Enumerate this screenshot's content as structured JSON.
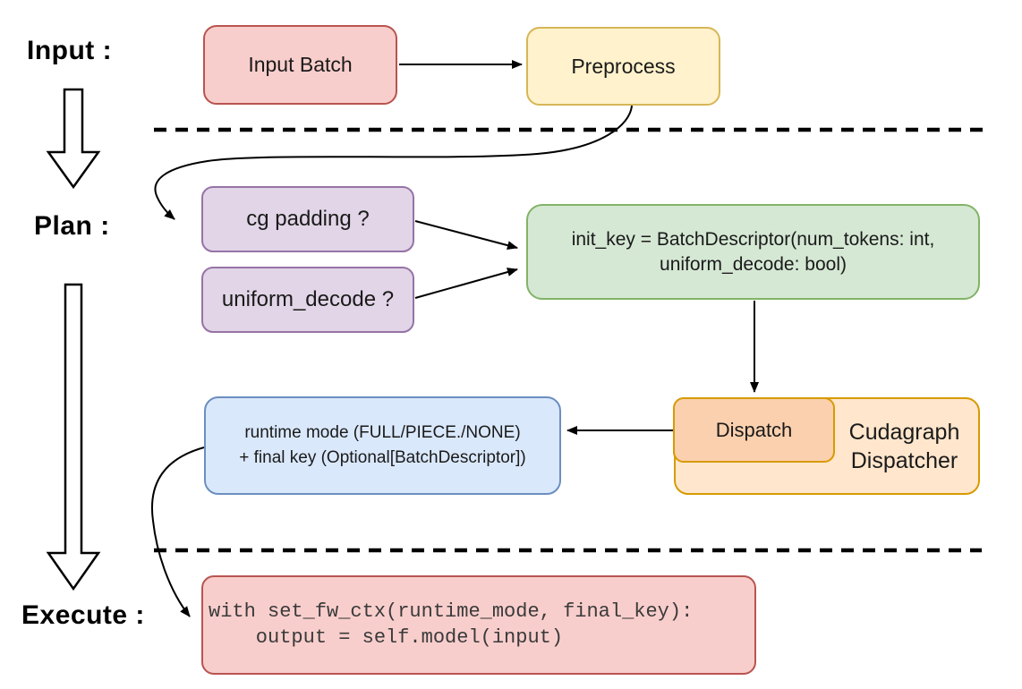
{
  "stages": [
    {
      "label": "Input :"
    },
    {
      "label": "Plan :"
    },
    {
      "label": "Execute :"
    }
  ],
  "nodes": {
    "input_batch": {
      "label": "Input Batch",
      "fill": "#f8cecc",
      "border": "#b85450"
    },
    "preprocess": {
      "label": "Preprocess",
      "fill": "#fff2cc",
      "border": "#d6b656"
    },
    "cg_padding": {
      "label": "cg padding ?",
      "fill": "#e1d5e7",
      "border": "#9673a6"
    },
    "uniform_decode": {
      "label": "uniform_decode ?",
      "fill": "#e1d5e7",
      "border": "#9673a6"
    },
    "init_key": {
      "line1": "init_key = BatchDescriptor(num_tokens: int,",
      "line2": "uniform_decode: bool)",
      "fill": "#d5e8d4",
      "border": "#82b366"
    },
    "dispatch": {
      "label": "Dispatch",
      "fill": "#fbd0ae",
      "border": "#d79b00"
    },
    "cudagraph_dispatcher": {
      "line1": "Cudagraph",
      "line2": "Dispatcher",
      "fill": "#ffe6cc",
      "border": "#d79b00"
    },
    "runtime_mode": {
      "line1": "runtime mode (FULL/PIECE./NONE)",
      "line2": "+ final key (Optional[BatchDescriptor])",
      "fill": "#dae8fc",
      "border": "#6c8ebf"
    },
    "execute_code": {
      "line1": "with set_fw_ctx(runtime_mode, final_key):",
      "line2": "    output = self.model(input)",
      "fill": "#f8cecc",
      "border": "#b85450"
    }
  },
  "edges": [
    {
      "from": "input_batch",
      "to": "preprocess",
      "style": "straight-arrow"
    },
    {
      "from": "preprocess",
      "to": "cg_padding",
      "style": "curved-arrow"
    },
    {
      "from": "cg_padding",
      "to": "init_key",
      "style": "straight-arrow"
    },
    {
      "from": "uniform_decode",
      "to": "init_key",
      "style": "straight-arrow"
    },
    {
      "from": "init_key",
      "to": "dispatch",
      "style": "straight-arrow"
    },
    {
      "from": "dispatch",
      "to": "runtime_mode",
      "style": "straight-arrow"
    },
    {
      "from": "runtime_mode",
      "to": "execute_code",
      "style": "curved-arrow"
    }
  ],
  "separators": [
    {
      "type": "dashed-line",
      "between": [
        "Input",
        "Plan"
      ]
    },
    {
      "type": "dashed-line",
      "between": [
        "Plan",
        "Execute"
      ]
    }
  ],
  "stage_arrows": [
    {
      "type": "hollow-down-arrow",
      "from": "Input",
      "to": "Plan"
    },
    {
      "type": "hollow-down-arrow",
      "from": "Plan",
      "to": "Execute"
    }
  ]
}
